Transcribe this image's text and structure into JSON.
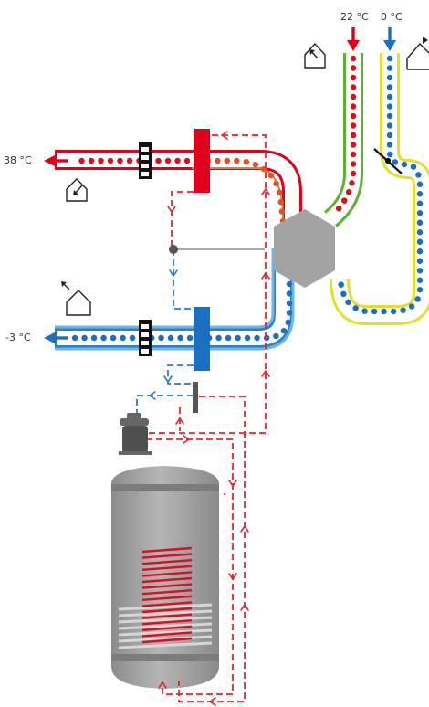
{
  "labels": {
    "supply_air_temp": "38 °C",
    "exhaust_air_temp": "-3 °C",
    "extract_air_temp": "22 °C",
    "outdoor_air_temp": "0 °C"
  },
  "colors": {
    "warm": "#e0001b",
    "cold": "#1a6fc0",
    "refrigerant_dash": "#e8262b",
    "cold_dash": "#2a7cc8",
    "green_duct": "#5cb130",
    "yellow_duct": "#e2e02a",
    "orange": "#e5531a",
    "gray": "#8e8e8e",
    "tank": "#a7a7a7"
  },
  "icons": [
    "house-outdoor-icon",
    "house-supply-icon",
    "house-exhaust-icon",
    "house-extract-icon",
    "compressor-icon",
    "hot-water-tank-icon"
  ]
}
